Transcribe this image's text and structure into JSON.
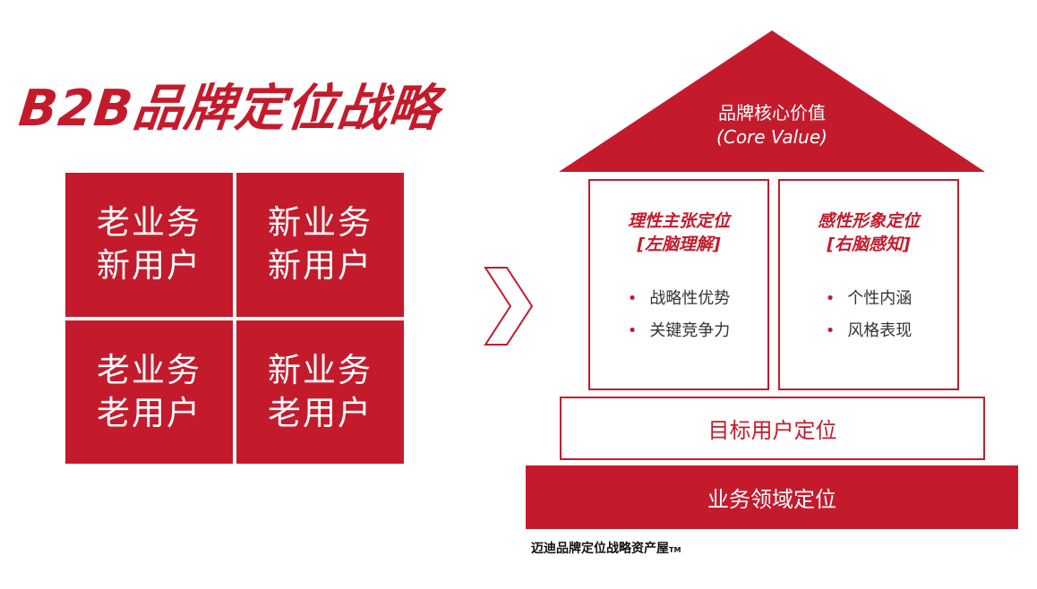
{
  "title": "B2B品牌定位战略",
  "matrix": [
    {
      "line1": "老业务",
      "line2": "新用户"
    },
    {
      "line1": "新业务",
      "line2": "新用户"
    },
    {
      "line1": "老业务",
      "line2": "老用户"
    },
    {
      "line1": "新业务",
      "line2": "老用户"
    }
  ],
  "house": {
    "roof": {
      "label": "品牌核心价值",
      "label_en": "(Core Value)"
    },
    "pillars": [
      {
        "title": "理性主张定位",
        "subtitle": "[左脑理解]",
        "items": [
          "战略性优势",
          "关键竞争力"
        ]
      },
      {
        "title": "感性形象定位",
        "subtitle": "[右脑感知]",
        "items": [
          "个性内涵",
          "风格表现"
        ]
      }
    ],
    "middle_band": "目标用户定位",
    "base_band": "业务领域定位"
  },
  "caption": {
    "text": "迈迪品牌定位战略资产屋",
    "tm": "TM"
  },
  "colors": {
    "brand_red": "#c41b2c",
    "arrow_stroke": "#c41b2c"
  },
  "icons": {
    "arrow": "chevron-right-icon",
    "bullet": "dot-bullet"
  }
}
